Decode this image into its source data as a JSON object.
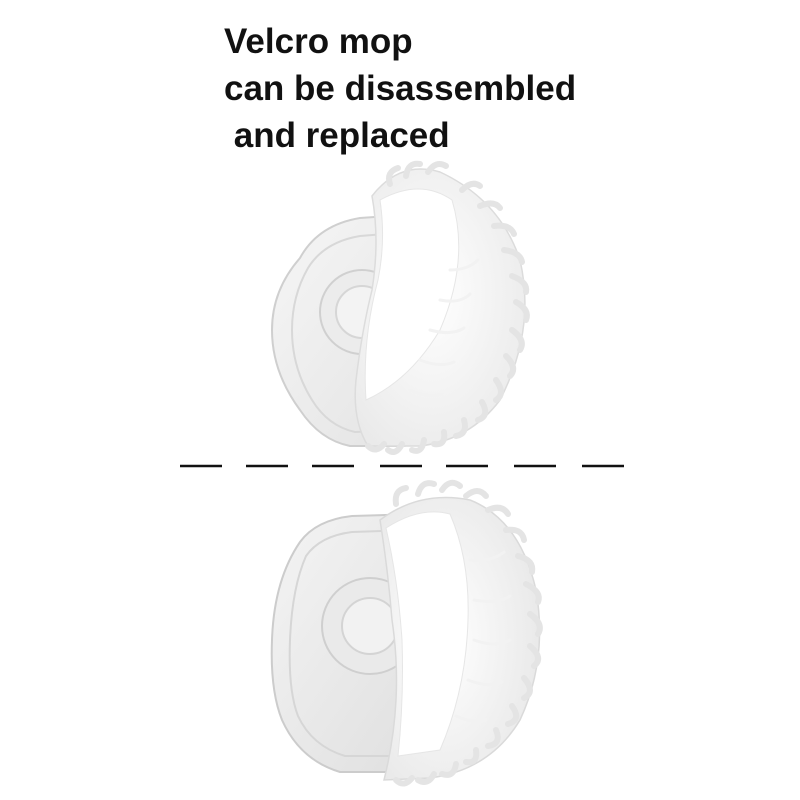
{
  "caption": {
    "line1": "Velcro mop",
    "line2": "can be disassembled",
    "line3": " and replaced"
  },
  "photos": {
    "top": "mop-pad-partially-attached",
    "bottom": "mop-pad-attached"
  },
  "colors": {
    "background": "#ffffff",
    "text": "#111111",
    "plate": "#f0f0f0",
    "plate_edge": "#d4d4d4",
    "pad": "#fafafa",
    "fringe": "#e6e6e6",
    "divider": "#111111"
  }
}
